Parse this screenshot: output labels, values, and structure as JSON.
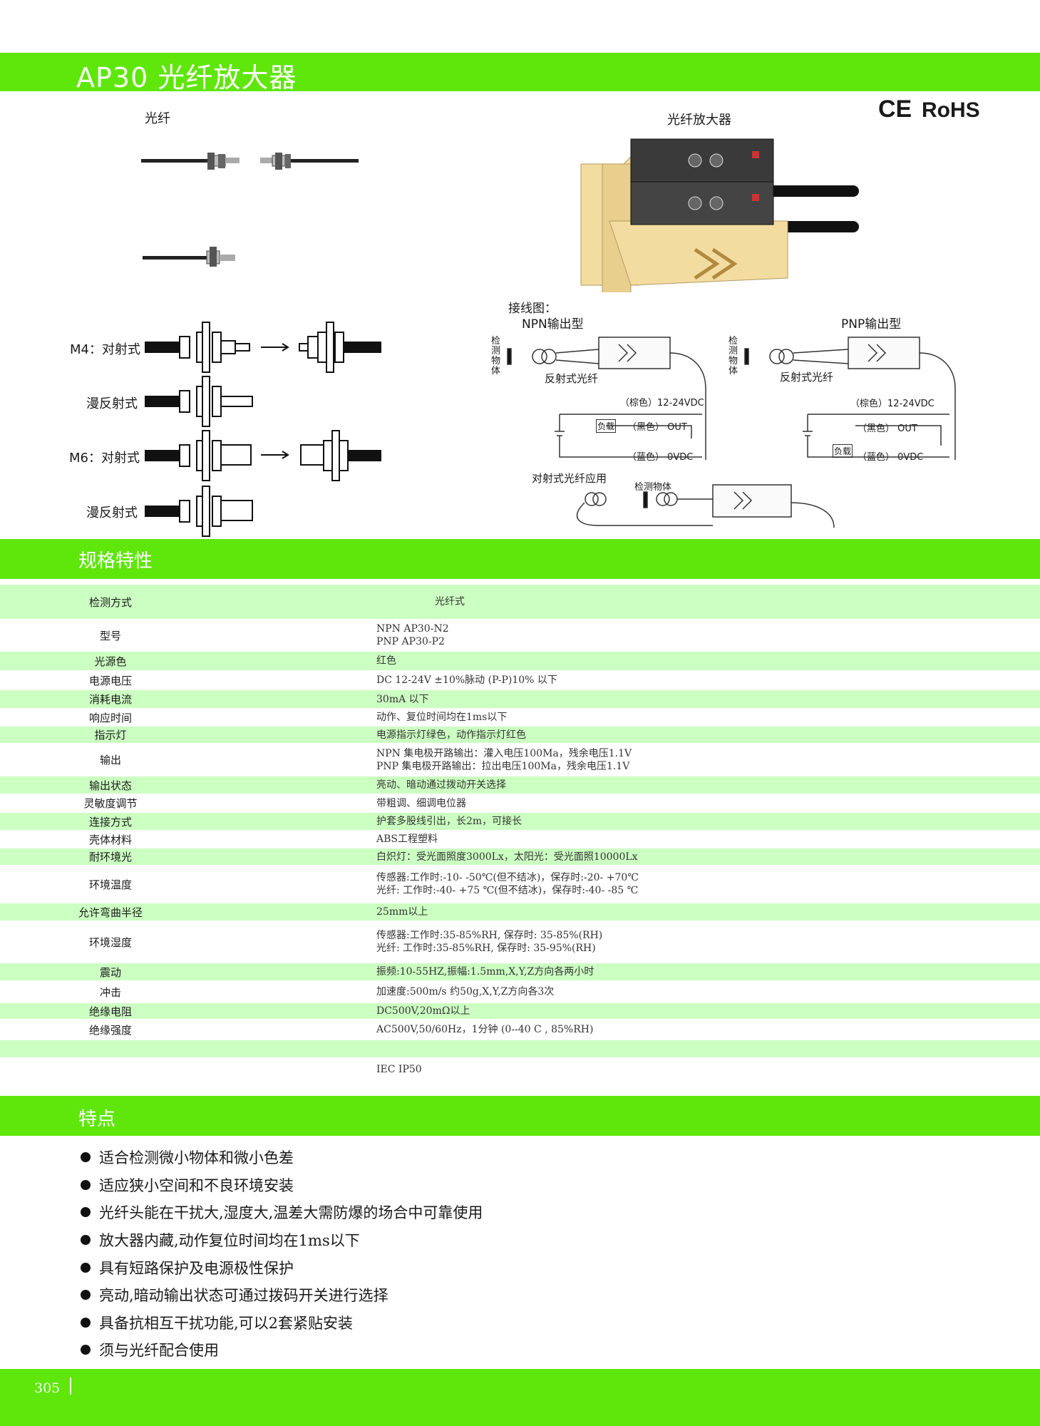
{
  "title": "AP30 光纤放大器",
  "header": {
    "fiber_label": "光纤",
    "amplifier_label": "光纤放大器",
    "ce_mark": "CE",
    "rohs_mark": "RoHS"
  },
  "fiber_types": [
    {
      "label": "M4：对射式"
    },
    {
      "label": "漫反射式"
    },
    {
      "label": "M6：对射式"
    },
    {
      "label": "漫反射式"
    }
  ],
  "wiring": {
    "title": "接线图：",
    "npn_title": "NPN输出型",
    "pnp_title": "PNP输出型",
    "detect_object_vertical": "检测物体",
    "reflective_fiber": "反射式光纤",
    "brown": "（棕色）12-24VDC",
    "black": "（黑色）  OUT",
    "blue": "（蓝色）  0VDC",
    "load": "负载",
    "through_beam_app": "对射式光纤应用",
    "detect_object": "检测物体"
  },
  "spec_section_title": "规格特性",
  "specs": [
    {
      "key": "检测方式",
      "values": [
        "光纤式"
      ],
      "shade": true,
      "h": 48
    },
    {
      "key": "型号",
      "values": [
        "NPN    AP30-N2",
        "PNP    AP30-P2"
      ],
      "shade": false,
      "h": 46
    },
    {
      "key": "光源色",
      "values": [
        "红色"
      ],
      "shade": true,
      "h": 26
    },
    {
      "key": "电源电压",
      "values": [
        "DC 12-24V ±10%脉动 (P-P)10% 以下"
      ],
      "shade": false,
      "h": 28
    },
    {
      "key": "消耗电流",
      "values": [
        "30mA 以下"
      ],
      "shade": true,
      "h": 25
    },
    {
      "key": "响应时间",
      "values": [
        "动作、复位时间均在1ms以下"
      ],
      "shade": false,
      "h": 26
    },
    {
      "key": "指示灯",
      "values": [
        "电源指示灯绿色，动作指示灯红色"
      ],
      "shade": true,
      "h": 23
    },
    {
      "key": "输出",
      "values": [
        "NPN 集电极开路输出：灌入电压100Ma，残余电压1.1V",
        "PNP 集电极开路输出：拉出电压100Ma，残余电压1.1V"
      ],
      "shade": false,
      "h": 47
    },
    {
      "key": "输出状态",
      "values": [
        "亮动、暗动通过拨动开关选择"
      ],
      "shade": true,
      "h": 24
    },
    {
      "key": "灵敏度调节",
      "values": [
        "带粗调、细调电位器"
      ],
      "shade": false,
      "h": 27
    },
    {
      "key": "连接方式",
      "values": [
        "护套多股线引出，长2m，可接长"
      ],
      "shade": true,
      "h": 24
    },
    {
      "key": "壳体材料",
      "values": [
        "ABS工程塑料"
      ],
      "shade": false,
      "h": 26
    },
    {
      "key": "耐环境光",
      "values": [
        "白炽灯：受光面照度3000Lx，太阳光：受光面照10000Lx"
      ],
      "shade": true,
      "h": 23
    },
    {
      "key": "环境温度",
      "values": [
        "传感器:工作时:-10- -50℃(但不结冰)，保存时:-20- +70℃",
        "光纤: 工作时:-40- +75 ℃(但不结冰)，保存时:-40- -85 ℃"
      ],
      "shade": false,
      "h": 54
    },
    {
      "key": "允许弯曲半径",
      "values": [
        "25mm以上"
      ],
      "shade": true,
      "h": 24
    },
    {
      "key": "环境湿度",
      "values": [
        "传感器:工作时:35-85%RH, 保存时: 35-85%(RH)",
        "光纤: 工作时:35-85%RH, 保存时: 35-95%(RH)"
      ],
      "shade": false,
      "h": 60
    },
    {
      "key": "震动",
      "values": [
        "振频:10-55HZ,振幅:1.5mm,X,Y,Z方向各两小时"
      ],
      "shade": true,
      "h": 24
    },
    {
      "key": "冲击",
      "values": [
        "加速度:500m/s 约50g,X,Y,Z方向各3次"
      ],
      "shade": false,
      "h": 32
    },
    {
      "key": "绝缘电阻",
      "values": [
        "DC500V,20mΩ以上"
      ],
      "shade": true,
      "h": 22
    },
    {
      "key": "绝缘强度",
      "values": [
        "AC500V,50/60Hz，1分钟 (0--40 C  , 85%RH)"
      ],
      "shade": false,
      "h": 30
    },
    {
      "key": "",
      "values": [
        ""
      ],
      "shade": true,
      "h": 24
    },
    {
      "key": "",
      "values": [
        "IEC   IP50"
      ],
      "shade": false,
      "h": 34
    }
  ],
  "feature_section_title": "特点",
  "features": [
    "适合检测微小物体和微小色差",
    "适应狭小空间和不良环境安装",
    "光纤头能在干扰大,湿度大,温差大需防爆的场合中可靠使用",
    "放大器内藏,动作复位时间均在1ms以下",
    "具有短路保护及电源极性保护",
    "亮动,暗动输出状态可通过拨码开关进行选择",
    "具备抗相互干扰功能,可以2套紧贴安装",
    "须与光纤配合使用"
  ],
  "footer": {
    "page_number": "305"
  },
  "colors": {
    "band": "#5fe60b",
    "row_shade": "#ccffc2",
    "amplifier_body": "#f3dca0"
  }
}
